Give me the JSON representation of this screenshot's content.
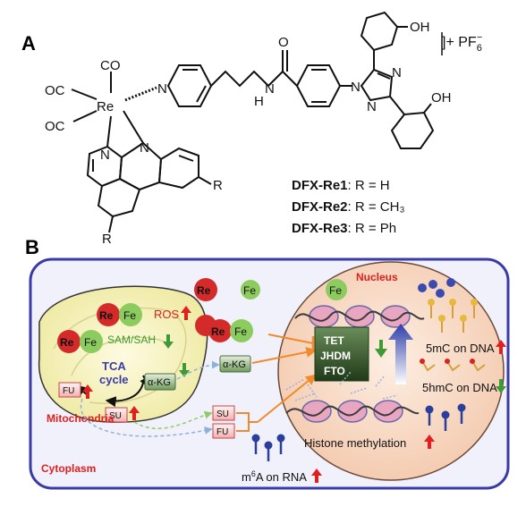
{
  "panel_a": {
    "label": "A",
    "charge": "]+ PF",
    "pf_sub": "6",
    "pf_sup": "−",
    "atoms": {
      "re": "Re",
      "co_top": "CO",
      "oc_left": "OC",
      "oc_bottom": "OC",
      "n_py": "N",
      "n_phen_left": "N",
      "n_phen_right": "N",
      "r_right": "R",
      "r_left": "R",
      "h_amide": "H",
      "n_amide": "N",
      "o_amide": "O",
      "n_tz1": "N",
      "n_tz2": "N",
      "n_tz3": "N",
      "oh_top": "OH",
      "oh_bottom": "OH"
    },
    "compounds": [
      {
        "name": "DFX-Re1",
        "rest": ": R = H"
      },
      {
        "name": "DFX-Re2",
        "rest": ": R = CH₃"
      },
      {
        "name": "DFX-Re3",
        "rest": ": R = Ph"
      }
    ]
  },
  "panel_b": {
    "label": "B",
    "cytoplasm": "Cytoplasm",
    "nucleus": "Nucleus",
    "mitochondria": "Mitochondria",
    "re": "Re",
    "fe": "Fe",
    "sam_sah": "SAM/SAH",
    "ros": "ROS",
    "tca": "TCA",
    "cycle": "cycle",
    "akg": "α-KG",
    "su": "SU",
    "fu": "FU",
    "enzymes": [
      "TET",
      "JHDM",
      "FTO"
    ],
    "mc5": "5mC on DNA",
    "hmc5": "5hmC on DNA",
    "histone": "Histone methylation",
    "m6a_pre": "m",
    "m6a_sup": "6",
    "m6a_post": "A on RNA",
    "colors": {
      "cell_border": "#3a3aa8",
      "cell_fill": "#f1f1fb",
      "mito_fill": "#f6f3b4",
      "nucleus_fill": "#f7d8c2",
      "re_red": "#d42a2a",
      "fe_green": "#8ccb5e",
      "up_red": "#e02020",
      "down_green": "#3e9a35",
      "label_red": "#e02020",
      "tca_blue": "#3a3aa8",
      "arrow_orange": "#f08a2a"
    }
  }
}
